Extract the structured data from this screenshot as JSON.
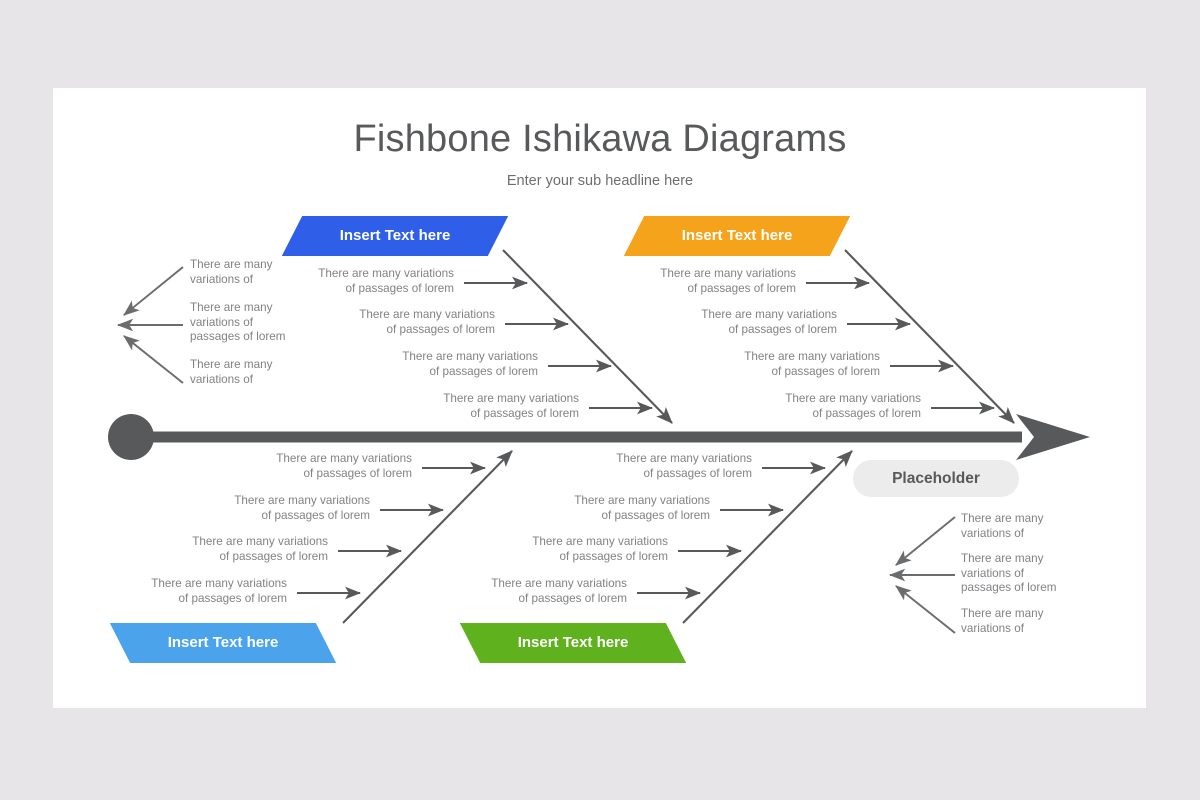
{
  "slide": {
    "title": "Fishbone Ishikawa Diagrams",
    "subtitle": "Enter your sub headline here",
    "background_color": "#e7e5e7",
    "slide_color": "#ffffff"
  },
  "spine": {
    "color": "#58595b",
    "head_shape": "circle",
    "tail_shape": "arrow"
  },
  "placeholder": {
    "label": "Placeholder",
    "background_color": "#ececec",
    "text_color": "#58595b"
  },
  "categories": [
    {
      "id": "top-left",
      "label": "Insert Text here",
      "color": "#2f5fe8",
      "position": "top",
      "causes": [
        "There are many variations\nof passages of lorem",
        "There are many variations\nof passages of lorem",
        "There are many variations\nof passages of lorem",
        "There are many variations\nof passages of lorem"
      ]
    },
    {
      "id": "top-right",
      "label": "Insert Text here",
      "color": "#f5a31a",
      "position": "top",
      "causes": [
        "There are many variations\nof passages of lorem",
        "There are many variations\nof passages of lorem",
        "There are many variations\nof passages of lorem",
        "There are many variations\nof passages of lorem"
      ]
    },
    {
      "id": "bottom-left",
      "label": "Insert Text here",
      "color": "#4ba3ec",
      "position": "bottom",
      "causes": [
        "There are many variations\nof passages of lorem",
        "There are many variations\nof passages of lorem",
        "There are many variations\nof passages of lorem",
        "There are many variations\nof passages of lorem"
      ]
    },
    {
      "id": "bottom-right",
      "label": "Insert Text here",
      "color": "#5fb21e",
      "position": "bottom",
      "causes": [
        "There are many variations\nof passages of lorem",
        "There are many variations\nof passages of lorem",
        "There are many variations\nof passages of lorem",
        "There are many variations\nof passages of lorem"
      ]
    }
  ],
  "cause_labels": {
    "blue": {
      "c1_l1": "There are many variations",
      "c1_l2": "of passages of lorem",
      "c2_l1": "There are many variations",
      "c2_l2": "of passages of lorem",
      "c3_l1": "There are many variations",
      "c3_l2": "of passages of lorem",
      "c4_l1": "There are many variations",
      "c4_l2": "of passages of lorem"
    },
    "orange": {
      "c1_l1": "There are many variations",
      "c1_l2": "of passages of lorem",
      "c2_l1": "There are many variations",
      "c2_l2": "of passages of lorem",
      "c3_l1": "There are many variations",
      "c3_l2": "of passages of lorem",
      "c4_l1": "There are many variations",
      "c4_l2": "of passages of lorem"
    },
    "ltblue": {
      "c1_l1": "There are many variations",
      "c1_l2": "of passages of lorem",
      "c2_l1": "There are many variations",
      "c2_l2": "of passages of lorem",
      "c3_l1": "There are many variations",
      "c3_l2": "of passages of lorem",
      "c4_l1": "There are many variations",
      "c4_l2": "of passages of lorem"
    },
    "green": {
      "c1_l1": "There are many variations",
      "c1_l2": "of passages of lorem",
      "c2_l1": "There are many variations",
      "c2_l2": "of passages of lorem",
      "c3_l1": "There are many variations",
      "c3_l2": "of passages of lorem",
      "c4_l1": "There are many variations",
      "c4_l2": "of passages of lorem"
    }
  },
  "left_cluster": {
    "top_l1": "There are many",
    "top_l2": "variations of",
    "mid_l1": "There are many",
    "mid_l2": "variations of",
    "mid_l3": "passages of lorem",
    "bot_l1": "There are many",
    "bot_l2": "variations of"
  },
  "right_cluster": {
    "top_l1": "There are many",
    "top_l2": "variations of",
    "mid_l1": "There are many",
    "mid_l2": "variations of",
    "mid_l3": "passages of lorem",
    "bot_l1": "There are many",
    "bot_l2": "variations of"
  }
}
